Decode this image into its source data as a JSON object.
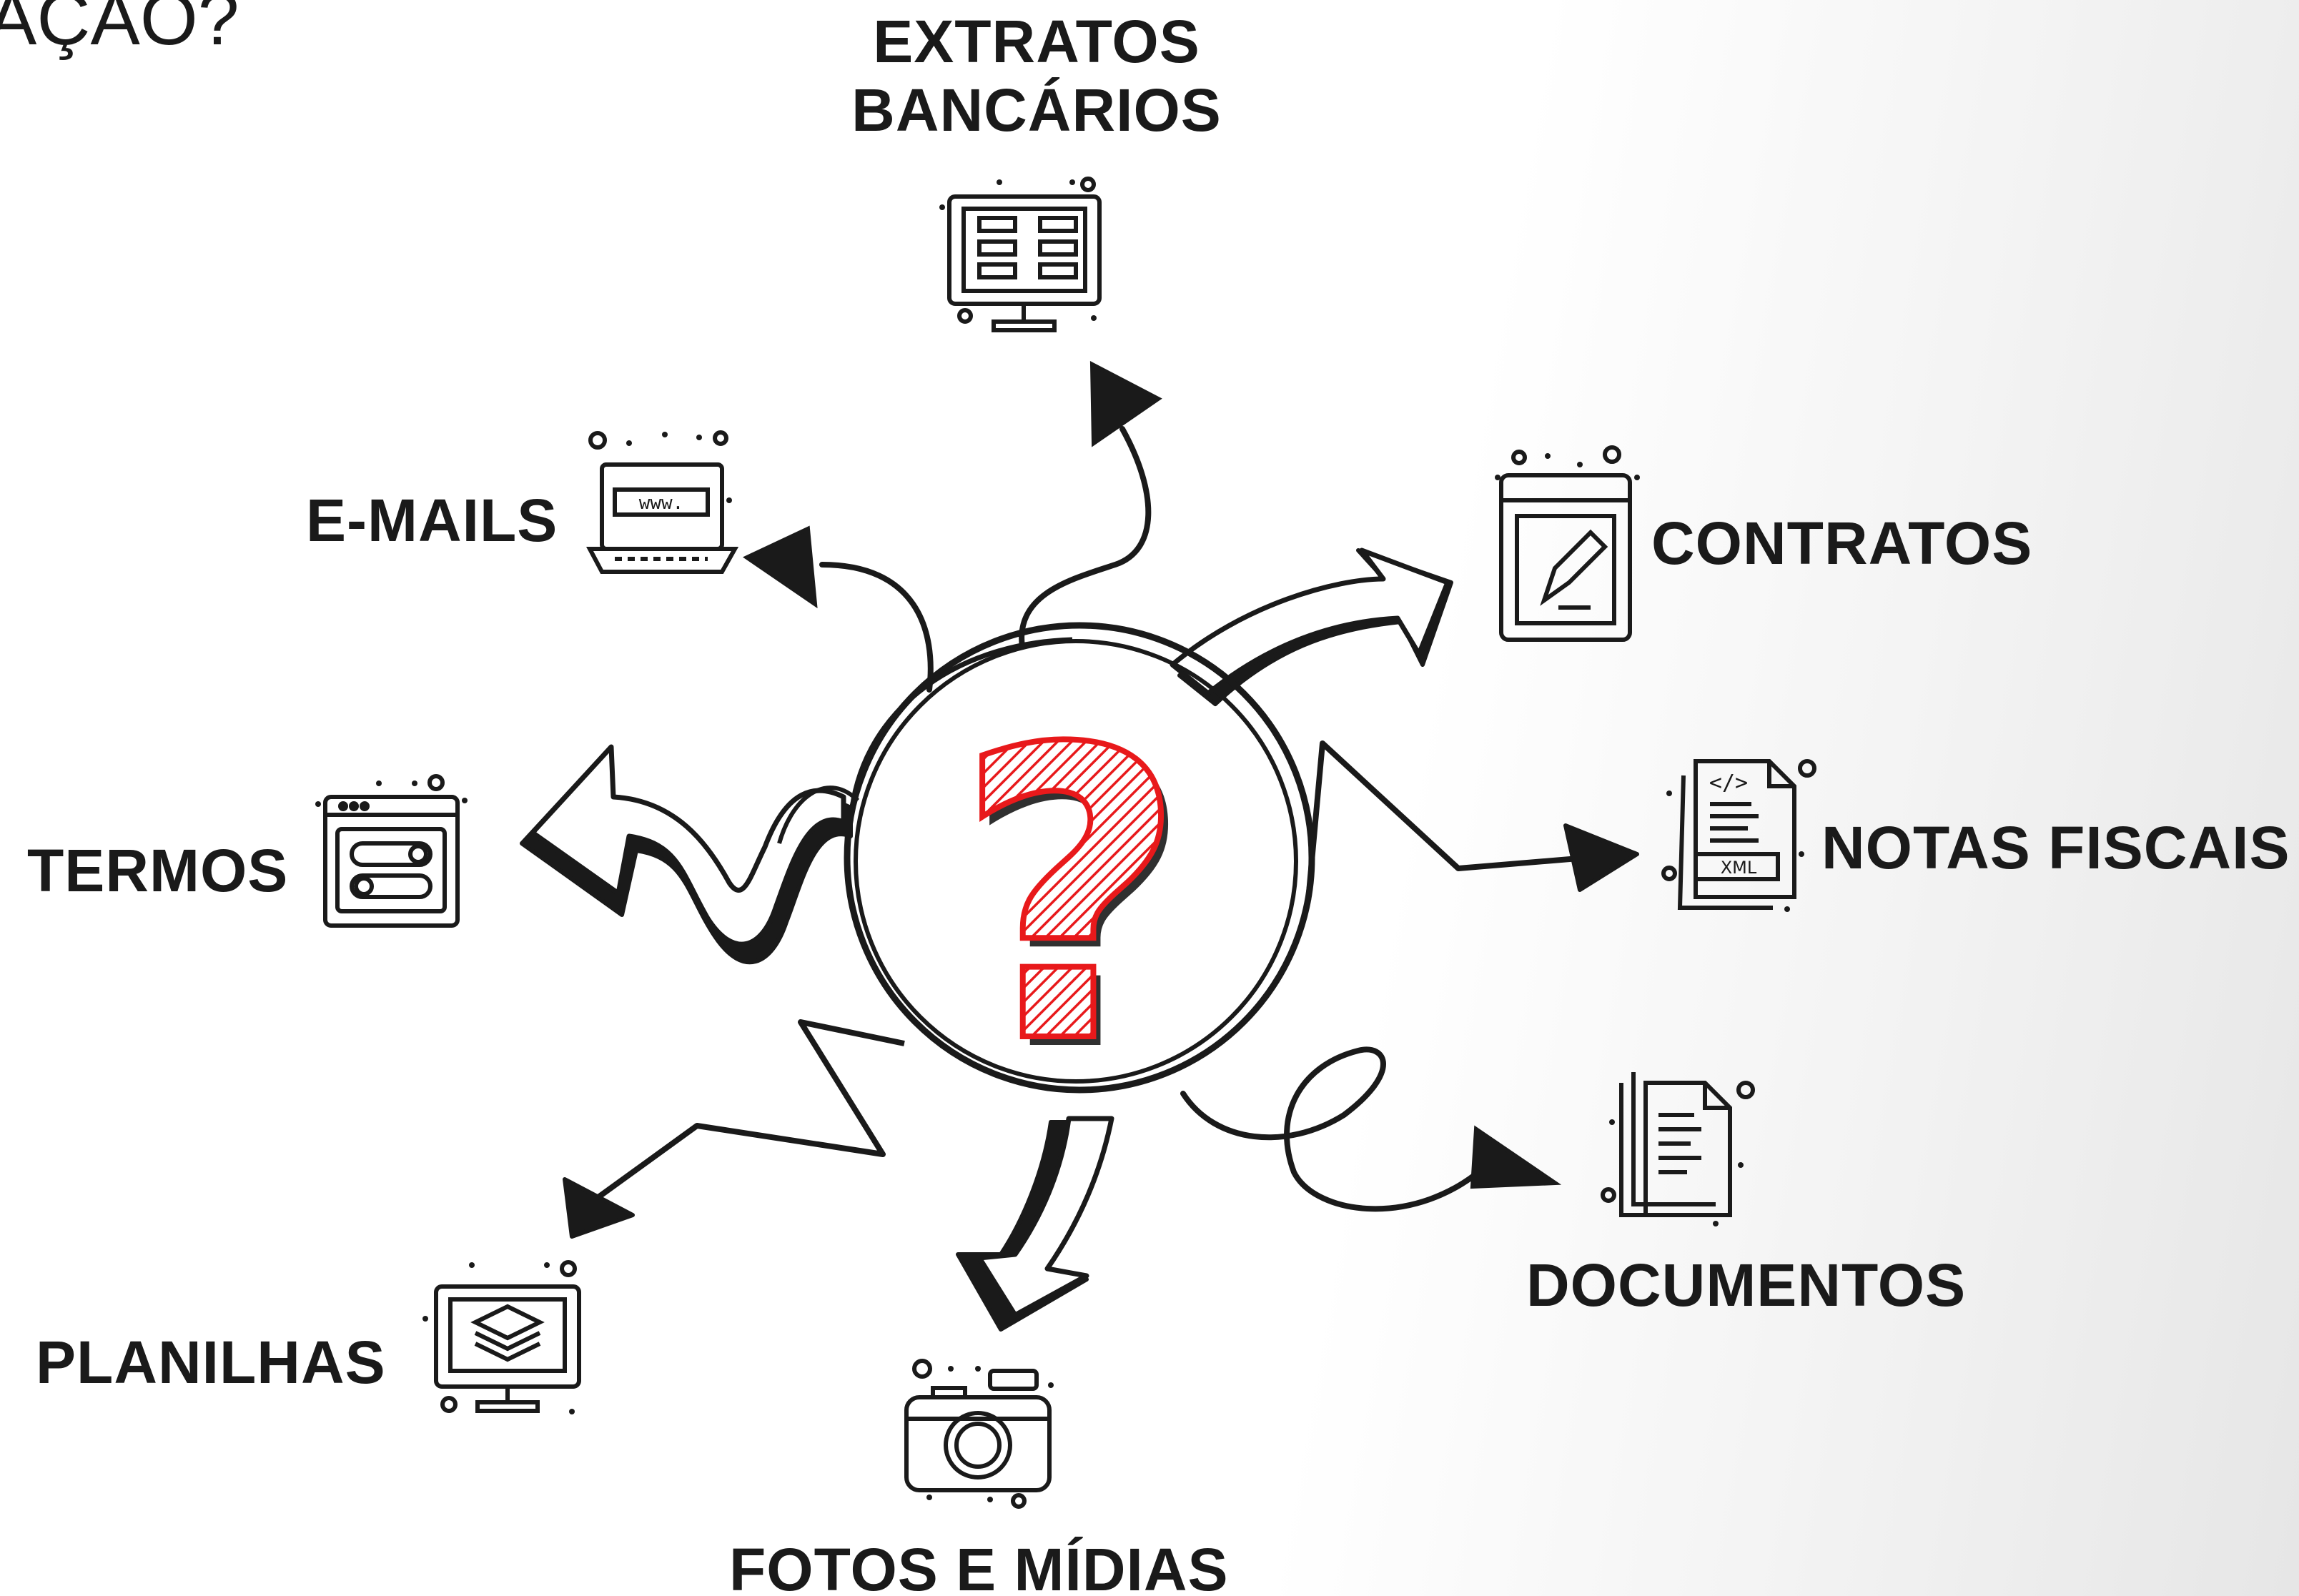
{
  "title_fragment": "AÇÃO?",
  "center_symbol": "?",
  "colors": {
    "ink": "#1a1a1a",
    "accent": "#e8191b",
    "background": "#ffffff"
  },
  "nodes": [
    {
      "id": "extratos",
      "label_line1": "EXTRATOS",
      "label_line2": "BANCÁRIOS",
      "icon": "bank-statement-monitor-icon"
    },
    {
      "id": "emails",
      "label": "E-MAILS",
      "icon": "laptop-www-icon"
    },
    {
      "id": "contratos",
      "label": "CONTRATOS",
      "icon": "contract-pencil-icon"
    },
    {
      "id": "termos",
      "label": "TERMOS",
      "icon": "browser-toggles-icon"
    },
    {
      "id": "notas",
      "label": "NOTAS FISCAIS",
      "icon": "xml-file-icon",
      "icon_text": "XML",
      "icon_code": "</>"
    },
    {
      "id": "documentos",
      "label": "DOCUMENTOS",
      "icon": "documents-stack-icon"
    },
    {
      "id": "planilhas",
      "label": "PLANILHAS",
      "icon": "layers-monitor-icon"
    },
    {
      "id": "fotos",
      "label": "FOTOS E MÍDIAS",
      "icon": "camera-icon"
    }
  ],
  "laptop_screen_text": "www."
}
